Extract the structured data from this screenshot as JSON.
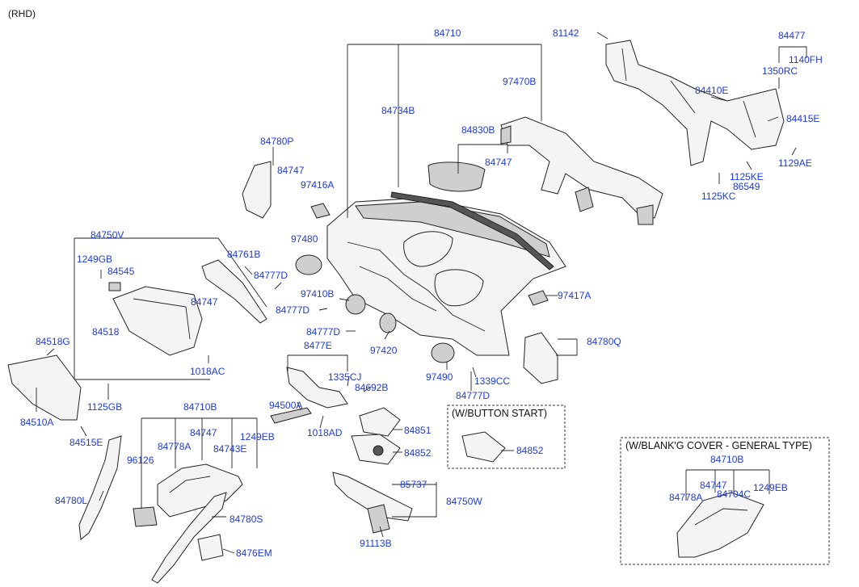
{
  "header": {
    "variant": "(RHD)"
  },
  "boxes": {
    "button_start": {
      "title": "(W/BUTTON START)",
      "part": "84852"
    },
    "blanking_cover": {
      "title": "(W/BLANK'G COVER - GENERAL TYPE)",
      "parts": [
        "84710B",
        "84747",
        "84778A",
        "84704C",
        "1249EB"
      ]
    }
  },
  "part_labels": [
    "84710",
    "81142",
    "84477",
    "1140FH",
    "1350RC",
    "97470B",
    "84410E",
    "84415E",
    "84734B",
    "84830B",
    "84747",
    "84780P",
    "84747",
    "97416A",
    "1129AE",
    "1125KE",
    "86549",
    "1125KC",
    "84750V",
    "97480",
    "84761B",
    "1249GB",
    "84545",
    "84777D",
    "97410B",
    "97417A",
    "84777D",
    "84747",
    "84518",
    "84780Q",
    "84777D",
    "84518G",
    "8477E",
    "97420",
    "1018AC",
    "1335CJ",
    "84692B",
    "97490",
    "1339CC",
    "84777D",
    "1125GB",
    "94500A",
    "84510A",
    "1018AD",
    "84515E",
    "84710B",
    "84851",
    "84747",
    "84778A",
    "1249EB",
    "96126",
    "84743E",
    "84852",
    "85737",
    "84750W",
    "84780L",
    "84780S",
    "8476EM",
    "91113B"
  ]
}
